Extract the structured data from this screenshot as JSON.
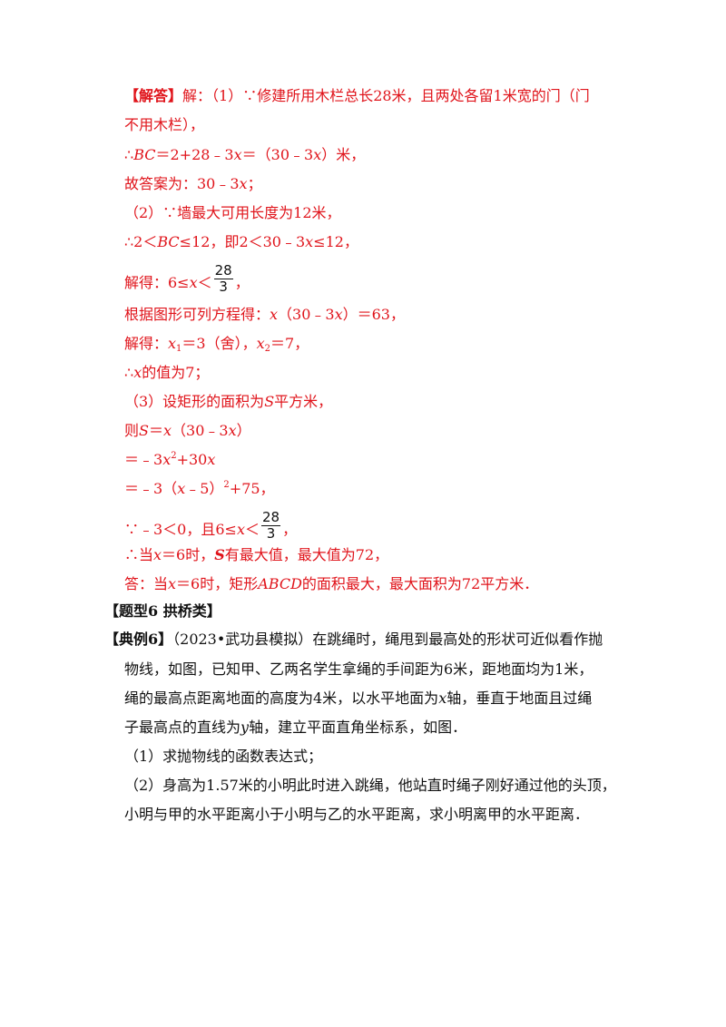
{
  "solution": {
    "l1_tag": "【解答】",
    "l1_text": "解：（1）∵修建所用木栏总长28米，且两处各留1米宽的门（门",
    "l2": "不用木栏），",
    "l3_pre": "∴",
    "l3_var": "BC",
    "l3_mid": "＝2+28﹣3",
    "l3_x1": "x",
    "l3_mid2": "＝（30﹣3",
    "l3_x2": "x",
    "l3_post": "）米，",
    "l4_pre": "故答案为：30﹣3",
    "l4_x": "x",
    "l4_post": "；",
    "l5": "（2）∵墙最大可用长度为12米，",
    "l6_pre": "∴2＜",
    "l6_var": "BC",
    "l6_mid": "≤12，即2＜30﹣3",
    "l6_x": "x",
    "l6_post": "≤12，",
    "l7_pre": "解得：6≤",
    "l7_x": "x",
    "l7_lt": "＜",
    "l7_num": "28",
    "l7_den": "3",
    "l7_post": "，",
    "l8_pre": "根据图形可列方程得：",
    "l8_x1": "x",
    "l8_mid": "（30﹣3",
    "l8_x2": "x",
    "l8_post": "）＝63，",
    "l9_pre": "解得：",
    "l9_x1": "x",
    "l9_s1": "1",
    "l9_mid": "＝3（舍），",
    "l9_x2": "x",
    "l9_s2": "2",
    "l9_post": "＝7，",
    "l10_pre": "∴",
    "l10_x": "x",
    "l10_post": "的值为7；",
    "l11_pre": "（3）设矩形的面积为",
    "l11_S": "S",
    "l11_post": "平方米，",
    "l12_pre": "则",
    "l12_S": "S",
    "l12_mid": "＝",
    "l12_x1": "x",
    "l12_mid2": "（30﹣3",
    "l12_x2": "x",
    "l12_post": "）",
    "l13_pre": "＝﹣3",
    "l13_x1": "x",
    "l13_sup": "2",
    "l13_mid": "+30",
    "l13_x2": "x",
    "l14_pre": "＝﹣3（",
    "l14_x": "x",
    "l14_mid": "﹣5）",
    "l14_sup": "2",
    "l14_post": "+75，",
    "l15_pre": "∵﹣3＜0，且6≤",
    "l15_x": "x",
    "l15_lt": "＜",
    "l15_num": "28",
    "l15_den": "3",
    "l15_post": "，",
    "l16_pre": "∴当",
    "l16_x": "x",
    "l16_mid": "＝6时，",
    "l16_S": "S",
    "l16_post": "有最大值，最大值为72，",
    "l17_pre": "答：当",
    "l17_x": "x",
    "l17_mid": "＝6时，矩形",
    "l17_var": "ABCD",
    "l17_post": "的面积最大，最大面积为72平方米．"
  },
  "section": {
    "heading": "【题型6 拱桥类】"
  },
  "example": {
    "tag": "【典例6】",
    "l1": "（2023•武功县模拟）在跳绳时，绳甩到最高处的形状可近似看作抛",
    "l2": "物线，如图，已知甲、乙两名学生拿绳的手间距为6米，距地面均为1米，",
    "l3_pre": "绳的最高点距离地面的高度为4米，以水平地面为",
    "l3_x": "x",
    "l3_post": "轴，垂直于地面且过绳",
    "l4_pre": "子最高点的直线为",
    "l4_y": "y",
    "l4_post": "轴，建立平面直角坐标系，如图．",
    "q1": "（1）求抛物线的函数表达式；",
    "q2_l1": "（2）身高为1.57米的小明此时进入跳绳，他站直时绳子刚好通过他的头顶，",
    "q2_l2": "小明与甲的水平距离小于小明与乙的水平距离，求小明离甲的水平距离．"
  }
}
